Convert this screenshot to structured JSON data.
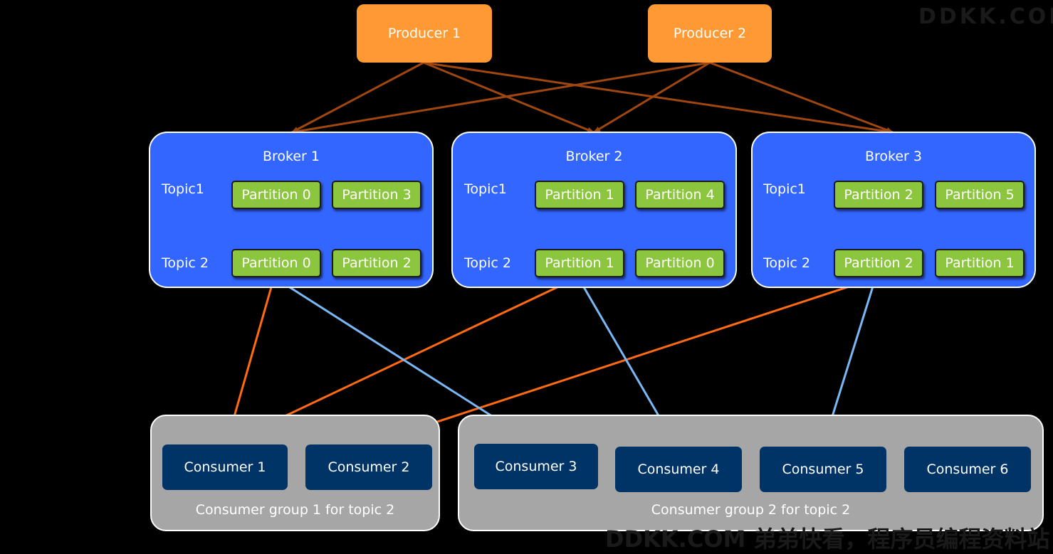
{
  "producers": [
    {
      "label": "Producer 1"
    },
    {
      "label": "Producer 2"
    }
  ],
  "brokers": [
    {
      "title": "Broker 1",
      "topic1_label": "Topic1",
      "topic2_label": "Topic 2",
      "topic1_partitions": [
        "Partition 0",
        "Partition 3"
      ],
      "topic2_partitions": [
        "Partition 0",
        "Partition 2"
      ]
    },
    {
      "title": "Broker 2",
      "topic1_label": "Topic1",
      "topic2_label": "Topic 2",
      "topic1_partitions": [
        "Partition 1",
        "Partition 4"
      ],
      "topic2_partitions": [
        "Partition 1",
        "Partition 0"
      ]
    },
    {
      "title": "Broker 3",
      "topic1_label": "Topic1",
      "topic2_label": "Topic 2",
      "topic1_partitions": [
        "Partition 2",
        "Partition 5"
      ],
      "topic2_partitions": [
        "Partition 2",
        "Partition 1"
      ]
    }
  ],
  "groups": [
    {
      "label": "Consumer group 1 for topic 2",
      "consumers": [
        "Consumer 1",
        "Consumer 2"
      ]
    },
    {
      "label": "Consumer group 2 for topic 2",
      "consumers": [
        "Consumer 3",
        "Consumer 4",
        "Consumer 5",
        "Consumer 6"
      ]
    }
  ],
  "watermarks": {
    "top_right": "DDKK.COM",
    "bottom": "DDKK.COM 弟弟快看，程序员编程资料站"
  },
  "colors": {
    "producer": "#ff9933",
    "broker": "#3366ff",
    "partition": "#8cc63f",
    "consumer": "#003366",
    "group": "#a6a6a6",
    "producer_link": "#a0460f",
    "group1_link": "#ff6a13",
    "group2_link": "#7ab8f5",
    "replication_link": "#000000"
  }
}
